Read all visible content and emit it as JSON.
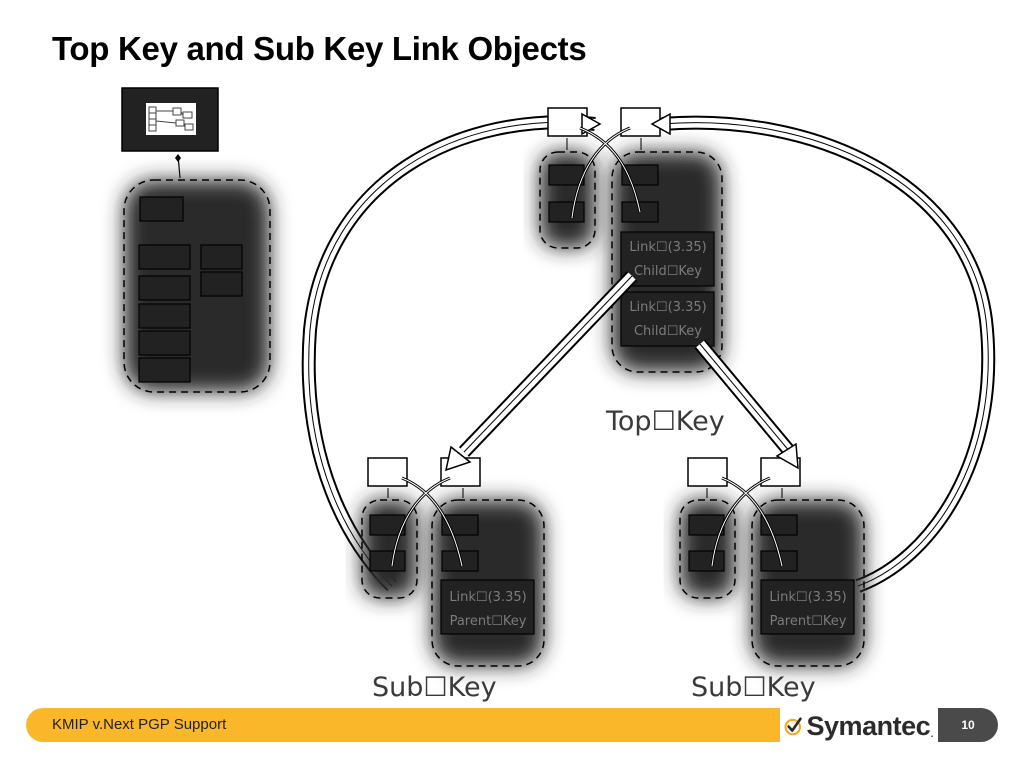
{
  "slide": {
    "title": "Top Key and Sub Key Link Objects",
    "footer_text": "KMIP v.Next PGP Support",
    "page_number": "10",
    "brand": "Symantec",
    "brand_dot": "."
  },
  "diagram": {
    "top_key_label": "Top☐Key",
    "sub_key_left_label": "Sub☐Key",
    "sub_key_right_label": "Sub☐Key",
    "top_link_1": {
      "line1": "Link☐(3.35)",
      "line2": "Child☐Key"
    },
    "top_link_2": {
      "line1": "Link☐(3.35)",
      "line2": "Child☐Key"
    },
    "sub_link_left": {
      "line1": "Link☐(3.35)",
      "line2": "Parent☐Key"
    },
    "sub_link_right": {
      "line1": "Link☐(3.35)",
      "line2": "Parent☐Key"
    }
  },
  "colors": {
    "footer_bar": "#fbb72a",
    "page_badge": "#4a4a4a",
    "check_mark": "#f6a821"
  }
}
